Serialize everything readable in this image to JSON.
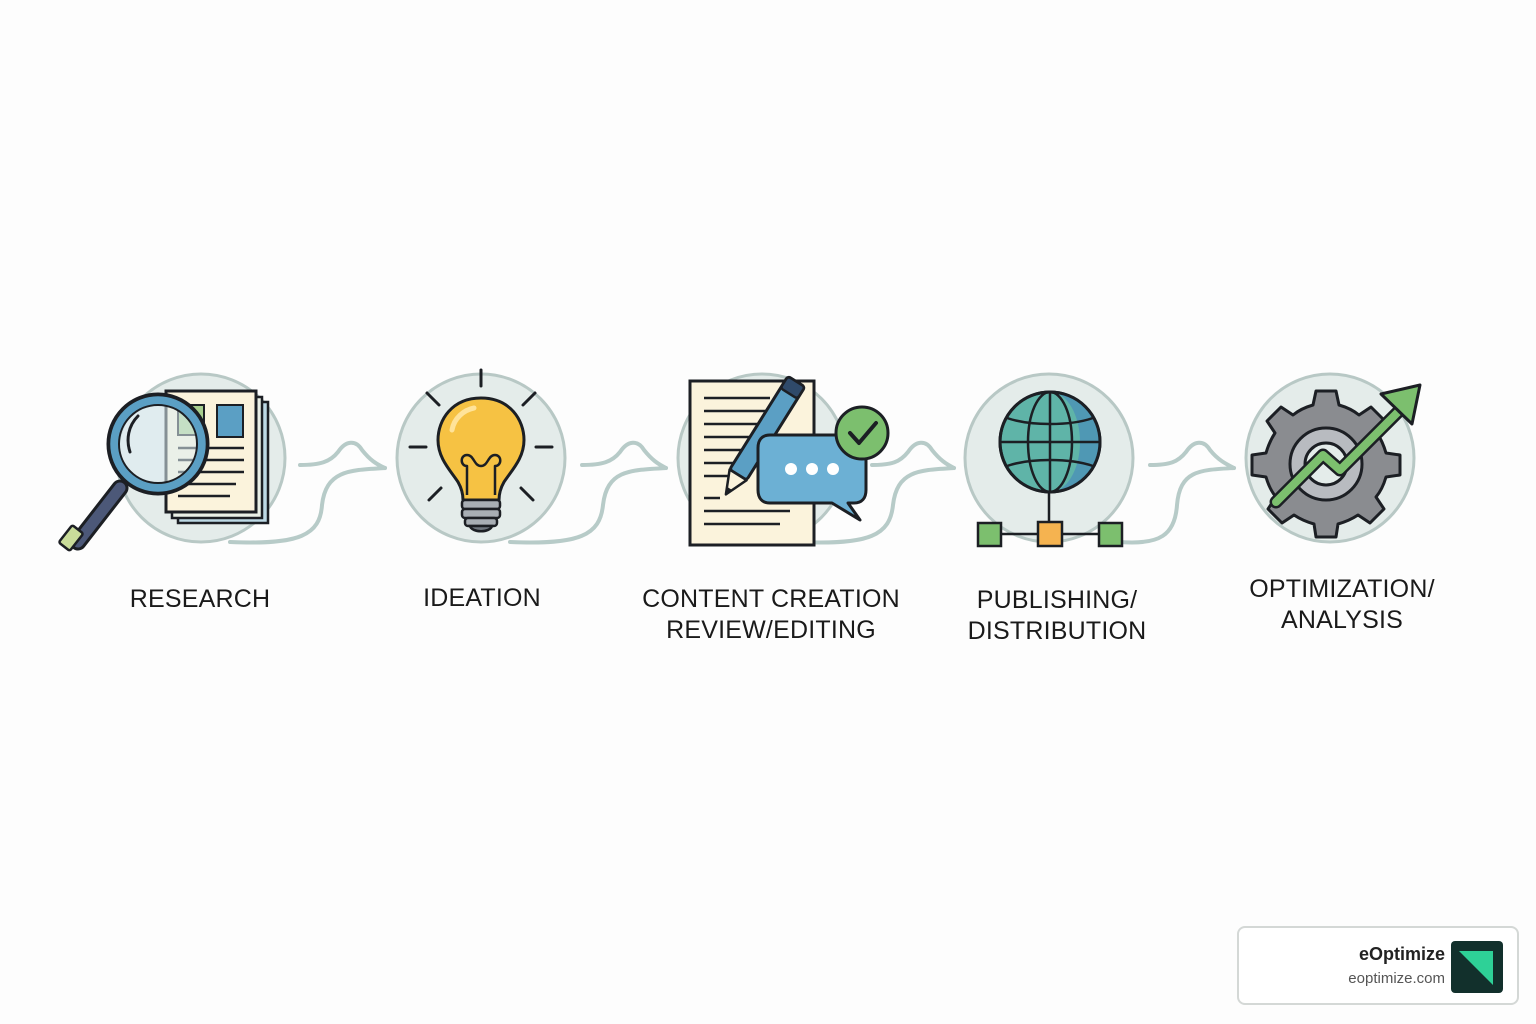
{
  "steps": [
    {
      "id": "research",
      "lines": [
        "RESEARCH"
      ],
      "icon": "magnifier-documents-icon"
    },
    {
      "id": "ideation",
      "lines": [
        "IDEATION"
      ],
      "icon": "lightbulb-icon"
    },
    {
      "id": "content",
      "lines": [
        "CONTENT CREATION",
        "REVIEW/EDITING"
      ],
      "icon": "document-pen-chat-icon"
    },
    {
      "id": "publishing",
      "lines": [
        "PUBLISHING/",
        "DISTRIBUTION"
      ],
      "icon": "globe-network-icon"
    },
    {
      "id": "optimization",
      "lines": [
        "OPTIMIZATION/",
        "ANALYSIS"
      ],
      "icon": "gear-growth-arrow-icon"
    }
  ],
  "brand": {
    "name": "eOptimize",
    "url": "eoptimize.com",
    "logo_icon": "eoptimize-logo-icon"
  },
  "colors": {
    "circle_fill": "#e4ecea",
    "circle_stroke": "#b8c8c5",
    "connector": "#b7cbc8",
    "paper": "#fbf3dc",
    "blue": "#5b9fc4",
    "green": "#7cbf6e",
    "bulb": "#f6c243",
    "orange": "#f5b350",
    "gear": "#8a8c90",
    "dark": "#1c1f24",
    "logo_bg": "#12302c",
    "logo_accent": "#2ed197"
  }
}
